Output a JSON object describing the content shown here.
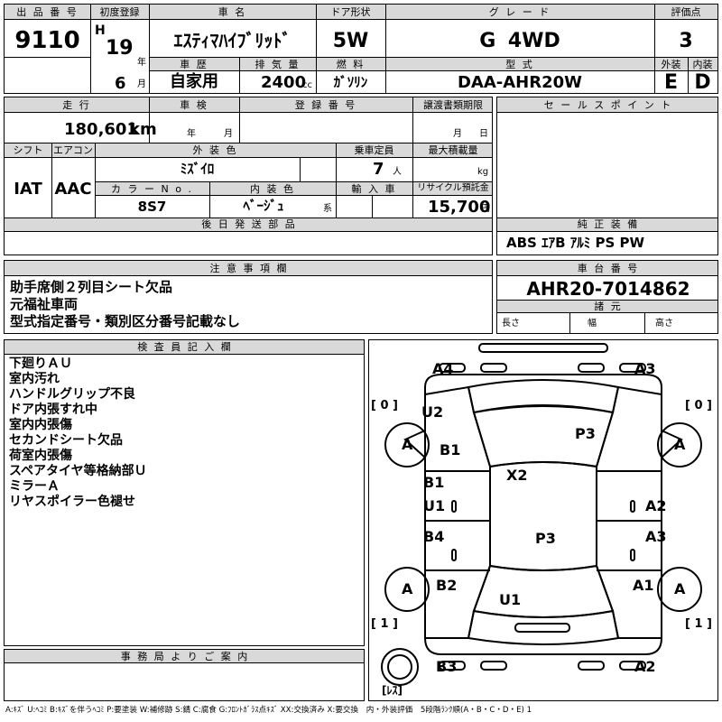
{
  "labels": {
    "lot_no": "出 品 番 号",
    "first_reg": "初度登録",
    "car_name": "車 名",
    "door": "ドア形状",
    "grade": "グ レ ー ド",
    "score": "評価点",
    "history": "車 歴",
    "displacement": "排 気 量",
    "fuel": "燃 料",
    "model": "型 式",
    "exterior": "外装",
    "interior": "内装",
    "mileage": "走 行",
    "inspection": "車 検",
    "plate": "登 録 番 号",
    "transfer_deadline": "譲渡書類期限",
    "sales_point": "セ ー ル ス ポ イ ン ト",
    "shift": "シフト",
    "aircon": "エアコン",
    "body_color": "外 装 色",
    "capacity": "乗車定員",
    "max_load": "最大積載量",
    "color_no": "カ ラ ー N o .",
    "interior_color": "内 装 色",
    "import": "輸 入 車",
    "recycle": "リサイクル預託金",
    "later_parts": "後 日 発 送 部 品",
    "genuine_equipment": "純 正 装 備",
    "notes": "注 意 事 項 欄",
    "chassis_no": "車 台 番 号",
    "dimensions": "諸 元",
    "inspector_notes": "検 査 員 記 入 欄",
    "office_notes": "事 務 局 よ り ご 案 内"
  },
  "vehicle": {
    "lot_no": "9110",
    "era": "H",
    "year": "19",
    "year_unit": "年",
    "month": "6",
    "month_unit": "月",
    "car_name": "ｴｽﾃｨﾏﾊｲﾌﾞﾘｯﾄﾞ",
    "door": "5W",
    "grade": "G 4WD",
    "score": "3",
    "history": "自家用",
    "displacement": "2400",
    "displacement_unit": "cc",
    "fuel": "ｶﾞｿﾘﾝ",
    "model": "DAA-AHR20W",
    "exterior_grade": "E",
    "interior_grade": "D",
    "mileage": "180,601",
    "mileage_unit": "km",
    "inspection_year_unit": "年",
    "inspection_month_unit": "月",
    "deadline_month_unit": "月",
    "deadline_day_unit": "日",
    "shift": "IAT",
    "aircon": "AAC",
    "body_color": "ﾐｽﾞｲﾛ",
    "capacity": "7",
    "capacity_unit": "人",
    "max_load_unit": "kg",
    "color_no": "8S7",
    "interior_color": "ﾍﾞｰｼﾞｭ",
    "interior_color_unit": "系",
    "recycle": "15,700",
    "recycle_unit": "円",
    "genuine_equipment": "ABS ｴｱB ｱﾙﾐ PS PW",
    "notes": [
      "助手席側２列目シート欠品",
      "元福祉車両",
      "型式指定番号・類別区分番号記載なし"
    ],
    "chassis_no": "AHR20-7014862",
    "dim_length": "長さ",
    "dim_width": "幅",
    "dim_height": "高さ"
  },
  "inspector_notes": [
    "下廻りＡＵ",
    "室内汚れ",
    "ハンドルグリップ不良",
    "ドア内張すれ中",
    "室内内張傷",
    "セカンドシート欠品",
    "荷室内張傷",
    "スペアタイヤ等格納部Ｕ",
    "ミラーＡ",
    "リヤスポイラー色褪せ"
  ],
  "diagram": {
    "marks": {
      "a4": "A4",
      "a3_top": "A3",
      "u2": "U2",
      "b1_left": "B1",
      "p3_top": "P3",
      "x2": "X2",
      "b1_door": "B1",
      "u1_door": "U1",
      "a2_door": "A2",
      "b4": "B4",
      "p3_mid": "P3",
      "a3_door": "A3",
      "b2": "B2",
      "u1_bottom": "U1",
      "a1": "A1",
      "b3": "B3",
      "a2_bottom": "A2",
      "tire_fl": "A",
      "tire_fr": "A",
      "tire_rl": "A",
      "tire_rr": "A"
    },
    "tread": {
      "fl": "[ 0 ]",
      "fr": "[ 0 ]",
      "rl": "[ 1 ]",
      "rr": "[ 1 ]",
      "spare": "[ﾚｽ]"
    }
  },
  "legend": "A:ｷｽﾞ U:ﾍｺﾐ B:ｷｽﾞを伴うﾍｺﾐ P:要塗装 W:補修跡 S:錆 C:腐食 G:ﾌﾛﾝﾄｶﾞﾗｽ点ｷｽﾞ XX:交換済み X:要交換　内・外装評価　5段階ﾗﾝｸ順(A・B・C・D・E) 1"
}
